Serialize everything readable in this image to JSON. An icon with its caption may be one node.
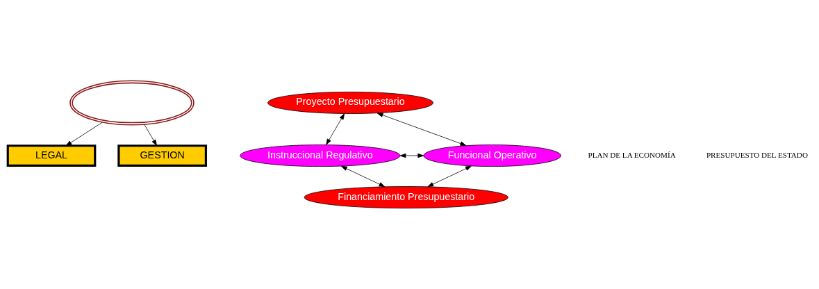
{
  "diagram": {
    "nodes": [
      {
        "text": [],
        "shape": "ellipse"
      },
      {
        "text": [
          "Proyecto Presupuestario"
        ]
      },
      {
        "text": [
          "Instruccional Regulativo"
        ]
      },
      {
        "text": [
          "Funcional Operativo"
        ]
      },
      {
        "text": [
          "Financiamiento Presupuestario"
        ]
      },
      {
        "text": [
          "LEGAL"
        ]
      },
      {
        "text": [
          "GESTION"
        ]
      }
    ],
    "edges": [
      {
        "from": 2,
        "to": 1,
        "arrow": "both"
      },
      {
        "from": 1,
        "to": 3,
        "arrow": "both"
      },
      {
        "from": 2,
        "to": 3,
        "arrow": "both"
      },
      {
        "from": 2,
        "to": 4,
        "arrow": "both"
      },
      {
        "from": 3,
        "to": 4,
        "arrow": "both"
      },
      {
        "from": 0,
        "to": 5,
        "arrow": "to"
      },
      {
        "from": 0,
        "to": 6,
        "arrow": "to"
      }
    ],
    "labels": [
      "PLAN DE LA ECONOMÍA",
      "PRESUPUESTO DEL ESTADO"
    ]
  }
}
